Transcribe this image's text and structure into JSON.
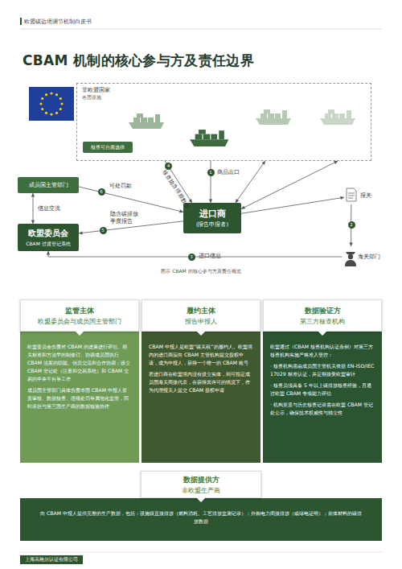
{
  "diagram": {
    "title": "CBAM 机制的核心参与方及责任边界",
    "caption": "图示 CBAM 的核心参与方及责任概览",
    "nodes": [
      {
        "text": [
          "非欧盟国家",
          "各国设施"
        ]
      },
      {
        "text": [
          "核查可自愿选择"
        ],
        "in": 0
      },
      {
        "text": [
          "进口商",
          "(报告申报者)"
        ]
      },
      {
        "text": [
          "成员国主管部门"
        ]
      },
      {
        "text": [
          "欧盟委员会",
          "CBAM 过渡登记系统"
        ]
      },
      {
        "text": [
          "报关"
        ]
      },
      {
        "text": [
          "海关部门"
        ]
      },
      {
        "text": [
          "监管主体",
          "欧盟委员会与成员国主管部门",
          "欧盟委员会负责对 CBAM 的进展进行评估、相关标准和方法学的制修订、协调成员国执行 CBAM 法案的职能、信息交流和合作协调；设立 CBAM 登记处（注册和交易系统）和 CBAM 交易的中央平台等工作",
          "成员国主管部门具体负责本国 CBAM 申报人资质审核、数据核查、违规处罚等属地化监管，同时承担与第三国生产商的数据核验协作"
        ]
      },
      {
        "text": [
          "履约主体",
          "报告申报人",
          "CBAM 申报人是欧盟“碳关税”的履约人。欧盟境内的进口商应向 CBAM 主管机构提交授权申请，成为申报人，获得一个唯一的 CBAM 账号",
          "若进口商在欧盟境内没有设立实体，则可指定成员国海关间接代表，在获得其许可的情况下，作为代理报关人提交 CBAM 授权申请"
        ]
      },
      {
        "text": [
          "数据验证方",
          "第三方核查机构",
          "欧盟通过《CBAM 核查机构认证条例》对第三方核查机构实施严格准入管控：",
          "· 核查机构需由成员国主管机关依据 EN-ISO/IEC 17029 标准认证，并定期接受欧盟审计",
          "· 核查员须具备 5 年以上碳排放核查经验，且通过欧盟 CBAM 专项能力评估",
          "· 机构资质与历史核查记录需在欧盟 CBAM 登记处公示，确保技术权威性与独立性"
        ]
      },
      {
        "text": [
          "数据提供方",
          "非欧盟生产商",
          "向 CBAM 申报人提供完整的生产数据，包括：设施级直接排放（燃料消耗、工艺排放监测记录）；外购电力间接排放（或绿电证明）；前体材料的碳排放数据"
        ]
      }
    ],
    "edges": [
      {
        "from": 0,
        "to": 2,
        "label": "商品出口",
        "arrow": "to"
      },
      {
        "from": 0,
        "to": 2,
        "label": "核查隐含排放数据",
        "arrow": "to"
      },
      {
        "from": 2,
        "to": 0,
        "arrow": "both"
      },
      {
        "from": 2,
        "to": 0,
        "arrow": "both"
      },
      {
        "from": 2,
        "to": 5,
        "arrow": "to"
      },
      {
        "from": 5,
        "to": 6,
        "arrow": "to"
      },
      {
        "from": 6,
        "to": 4,
        "label": "进口信息",
        "arrow": "to"
      },
      {
        "from": 2,
        "to": 4,
        "label": "隐含碳排放 季度报告",
        "arrow": "to"
      },
      {
        "from": 3,
        "to": 2,
        "label": "可处罚款",
        "arrow": "to"
      },
      {
        "from": 3,
        "to": 4,
        "label": "信息交流",
        "arrow": "both"
      }
    ],
    "labels": [
      "欧盟碳边境调节机制白皮书",
      "1",
      "2",
      "3",
      "4",
      "5",
      "6",
      "上海高格尔认证有限公司"
    ]
  }
}
